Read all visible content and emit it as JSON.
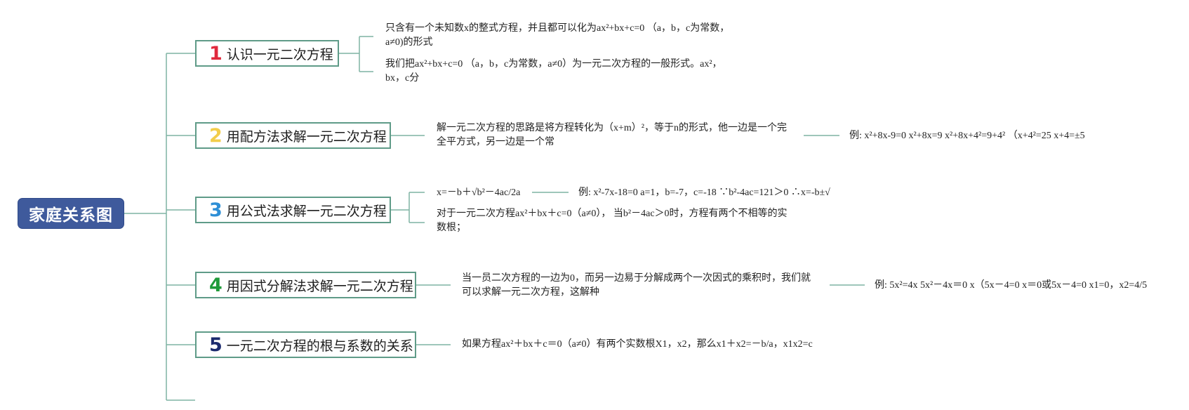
{
  "root": {
    "label": "家庭关系图",
    "color": "#3f5a9c"
  },
  "connector_color": "#7fb3a3",
  "topics": [
    {
      "num": "1",
      "num_color": "#e0293c",
      "label": "认识一元二次方程",
      "details": [
        "只含有一个未知数x的整式方程，并且都可以化为ax²+bx+c=0 （a，b，c为常数，a≠0)的形式",
        "我们把ax²+bx+c=0 （a，b，c为常数，a≠0）为一元二次方程的一般形式。ax²，bx，c分"
      ]
    },
    {
      "num": "2",
      "num_color": "#f2cd4b",
      "label": "用配方法求解一元二次方程",
      "details": [
        "解一元二次方程的思路是将方程转化为（x+m）²，等于n的形式，他一边是一个完全平方式，另一边是一个常"
      ],
      "example": "例: x²+8x-9=0 x²+8x=9 x²+8x+4²=9+4² （x+4²=25 x+4=±5"
    },
    {
      "num": "3",
      "num_color": "#2e8fd6",
      "label": "用公式法求解一元二次方程",
      "details": [
        "x=－b＋√b²－4ac/2a",
        "对于一元二次方程ax²＋bx＋c=0（a≠0），  当b²－4ac＞0时，方程有两个不相等的实数根；"
      ],
      "example": "例: x²-7x-18=0 a=1，b=-7，c=-18 ∵b²-4ac=121＞0 ∴x=-b±√"
    },
    {
      "num": "4",
      "num_color": "#1f9a3a",
      "label": "用因式分解法求解一元二次方程",
      "details": [
        "当一员二次方程的一边为0，而另一边易于分解成两个一次因式的乘积时，我们就可以求解一元二次方程，这解种"
      ],
      "example": "例:   5x²=4x 5x²－4x＝0 x（5x－4=0 x＝0或5x－4=0 x1=0，x2=4/5"
    },
    {
      "num": "5",
      "num_color": "#1b2a6e",
      "label": "一元二次方程的根与系数的关系",
      "details": [
        "如果方程ax²＋bx＋c＝0（a≠0）有两个实数根X1，x2，那么x1＋x2=－b/a，x1x2=c"
      ]
    }
  ]
}
